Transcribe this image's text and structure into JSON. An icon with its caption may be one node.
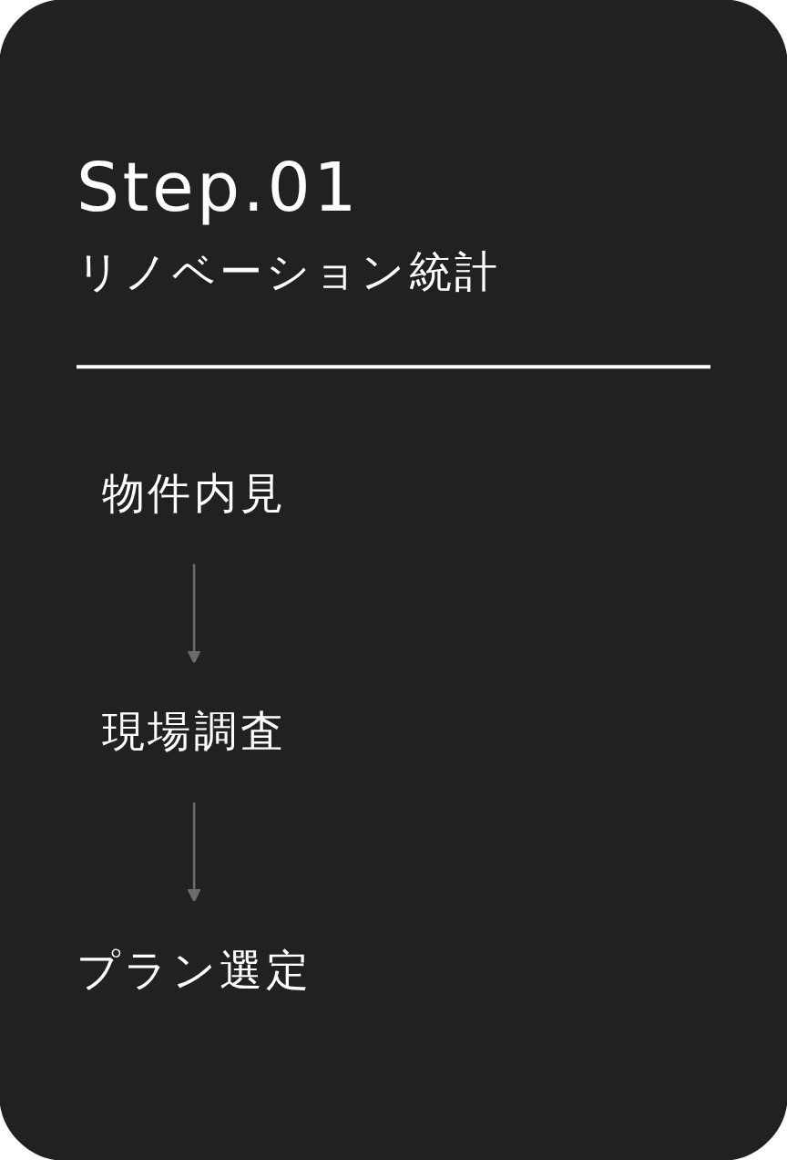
{
  "diagram": {
    "nodes": [
      {
        "text": [
          "Step.01",
          "リノベーション統計"
        ]
      },
      {
        "text": [
          "物件内見"
        ],
        "in": 0
      },
      {
        "text": [
          "現場調査"
        ],
        "in": 0
      },
      {
        "text": [
          "プラン選定"
        ],
        "in": 0
      }
    ],
    "edges": [
      {
        "from": 1,
        "to": 2,
        "arrow": "to"
      },
      {
        "from": 2,
        "to": 3,
        "arrow": "to"
      }
    ]
  }
}
